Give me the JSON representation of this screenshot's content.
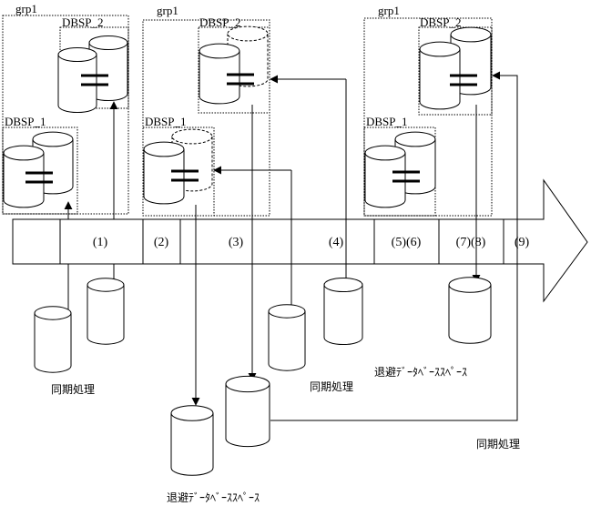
{
  "groups": [
    {
      "label": "grp1",
      "dbsp_top": "DBSP_2",
      "dbsp_bottom": "DBSP_1"
    },
    {
      "label": "grp1",
      "dbsp_top": "DBSP_2",
      "dbsp_bottom": "DBSP_1"
    },
    {
      "label": "grp1",
      "dbsp_top": "DBSP_2",
      "dbsp_bottom": "DBSP_1"
    }
  ],
  "timeline_steps": [
    "(1)",
    "(2)",
    "(3)",
    "(4)",
    "(5)(6)",
    "(7)(8)",
    "(9)"
  ],
  "captions": {
    "sync_1": "同期処理",
    "sync_2": "同期処理",
    "sync_3": "同期処理",
    "evac_1": "退避ﾃﾞｰﾀﾍﾞｰｽｽﾍﾟｰｽ",
    "evac_2": "退避ﾃﾞｰﾀﾍﾞｰｽｽﾍﾟｰｽ"
  },
  "colors": {
    "line": "#000000",
    "background": "#ffffff"
  }
}
